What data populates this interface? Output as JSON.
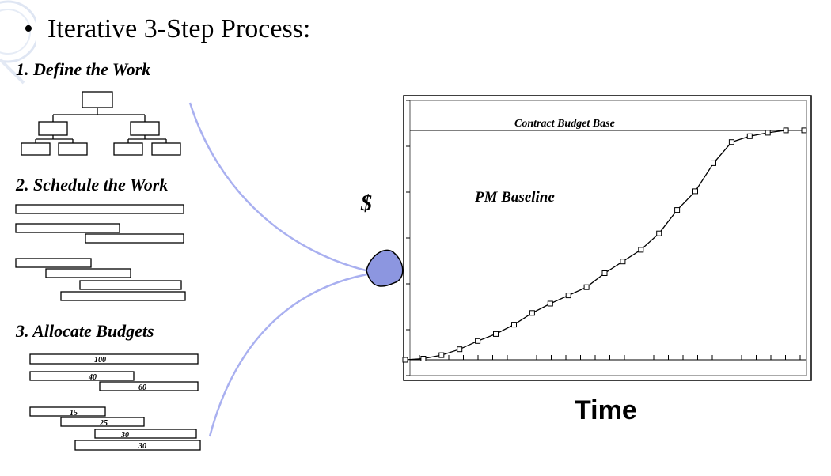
{
  "title": "Iterative 3-Step Process:",
  "bullet": "•",
  "steps": {
    "define": "1. Define the Work",
    "schedule": "2. Schedule the Work",
    "allocate": "3. Allocate Budgets"
  },
  "budget_labels": [
    "100",
    "40",
    "60",
    "15",
    "25",
    "30",
    "30"
  ],
  "chart": {
    "dollar_label": "$",
    "cbb_label": "Contract Budget Base",
    "baseline_label": "PM Baseline",
    "time_label": "Time"
  },
  "chart_data": {
    "type": "line",
    "title": "",
    "xlabel": "Time",
    "ylabel": "$",
    "series": [
      {
        "name": "PM Baseline",
        "values": [
          0,
          0.5,
          2,
          4.5,
          8,
          11,
          15,
          20,
          24,
          27.5,
          31,
          37,
          42,
          47,
          54,
          64,
          72,
          84,
          93,
          95.5,
          97,
          98,
          98
        ]
      }
    ],
    "x": [
      0,
      1,
      2,
      3,
      4,
      5,
      6,
      7,
      8,
      9,
      10,
      11,
      12,
      13,
      14,
      15,
      16,
      17,
      18,
      19,
      20,
      21,
      22
    ],
    "reference_line": {
      "label": "Contract Budget Base",
      "value": 98
    },
    "ylim": [
      0,
      100
    ],
    "grid": false
  },
  "colors": {
    "funnel_fill": "#8c96e0",
    "curve_arrow": "#a9b0f0",
    "line": "#000000"
  }
}
